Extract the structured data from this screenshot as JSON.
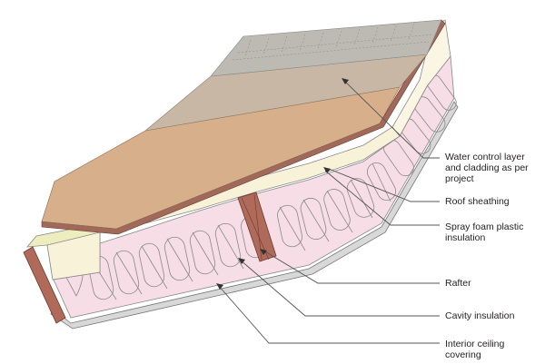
{
  "diagram": {
    "subject": "Roof assembly cross-section",
    "labels": [
      {
        "id": "water-control",
        "text": "Water control layer and cladding as per project",
        "lines": [
          "Water control layer",
          "and cladding as per",
          "project"
        ]
      },
      {
        "id": "roof-sheathing",
        "text": "Roof sheathing",
        "lines": [
          "Roof sheathing"
        ]
      },
      {
        "id": "spray-foam",
        "text": "Spray foam plastic insulation",
        "lines": [
          "Spray foam plastic",
          "insulation"
        ]
      },
      {
        "id": "rafter",
        "text": "Rafter",
        "lines": [
          "Rafter"
        ]
      },
      {
        "id": "cavity-insulation",
        "text": "Cavity insulation",
        "lines": [
          "Cavity insulation"
        ]
      },
      {
        "id": "interior-ceiling",
        "text": "Interior ceiling covering",
        "lines": [
          "Interior ceiling",
          "covering"
        ]
      }
    ],
    "colors": {
      "cladding": "#bdb9b3",
      "water_control": "#c8b7a4",
      "sheathing_top": "#d7b08b",
      "sheathing_edge": "#a0695a",
      "spray_foam": "#f8f2d8",
      "spray_foam_side": "#eeedbe",
      "cavity_insulation": "#f6dde6",
      "rafter": "#b06a59",
      "ceiling": "#d8d8d8",
      "leader_line": "#555555",
      "text": "#231f20"
    }
  }
}
